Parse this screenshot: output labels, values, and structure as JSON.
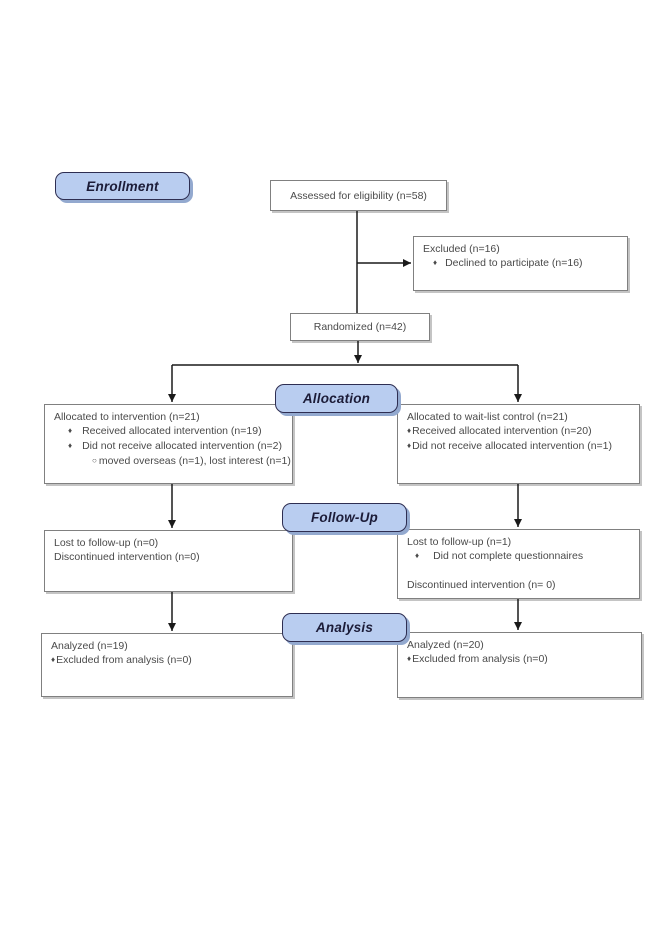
{
  "stages": {
    "enrollment": "Enrollment",
    "allocation": "Allocation",
    "followup": "Follow-Up",
    "analysis": "Analysis"
  },
  "glyphs": {
    "diamond": "♦",
    "circle": "○"
  },
  "boxes": {
    "assessed": {
      "text": "Assessed for eligibility (n=58)"
    },
    "excluded": {
      "title": "Excluded (n=16)",
      "bullet1": "Declined to participate (n=16)"
    },
    "randomized": {
      "text": "Randomized (n=42)"
    },
    "alloc_left": {
      "title": "Allocated to intervention (n=21)",
      "bullet1": "Received allocated intervention (n=19)",
      "bullet2": "Did not receive allocated intervention (n=2)",
      "sub1": "moved overseas (n=1), lost interest (n=1)"
    },
    "alloc_right": {
      "title": "Allocated to wait-list control (n=21)",
      "bullet1": "Received allocated intervention (n=20)",
      "bullet2": "Did not receive allocated intervention (n=1)"
    },
    "fu_left": {
      "line1": "Lost to follow-up (n=0)",
      "line2": "Discontinued intervention (n=0)"
    },
    "fu_right": {
      "line1": "Lost to follow-up (n=1)",
      "bullet1": "Did not complete questionnaires",
      "line2": "Discontinued intervention (n= 0)"
    },
    "an_left": {
      "title": "Analyzed (n=19)",
      "bullet1": "Excluded from analysis (n=0)"
    },
    "an_right": {
      "title": "Analyzed (n=20)",
      "bullet1": "Excluded from analysis (n=0)"
    }
  },
  "colors": {
    "stage_fill": "#b9cdf0",
    "stage_border": "#2e2e52",
    "stage_shadow": "#93a9cf",
    "box_border": "#808080",
    "box_text": "#4a4a4a",
    "arrow": "#1a1a1a",
    "background": "#ffffff"
  }
}
